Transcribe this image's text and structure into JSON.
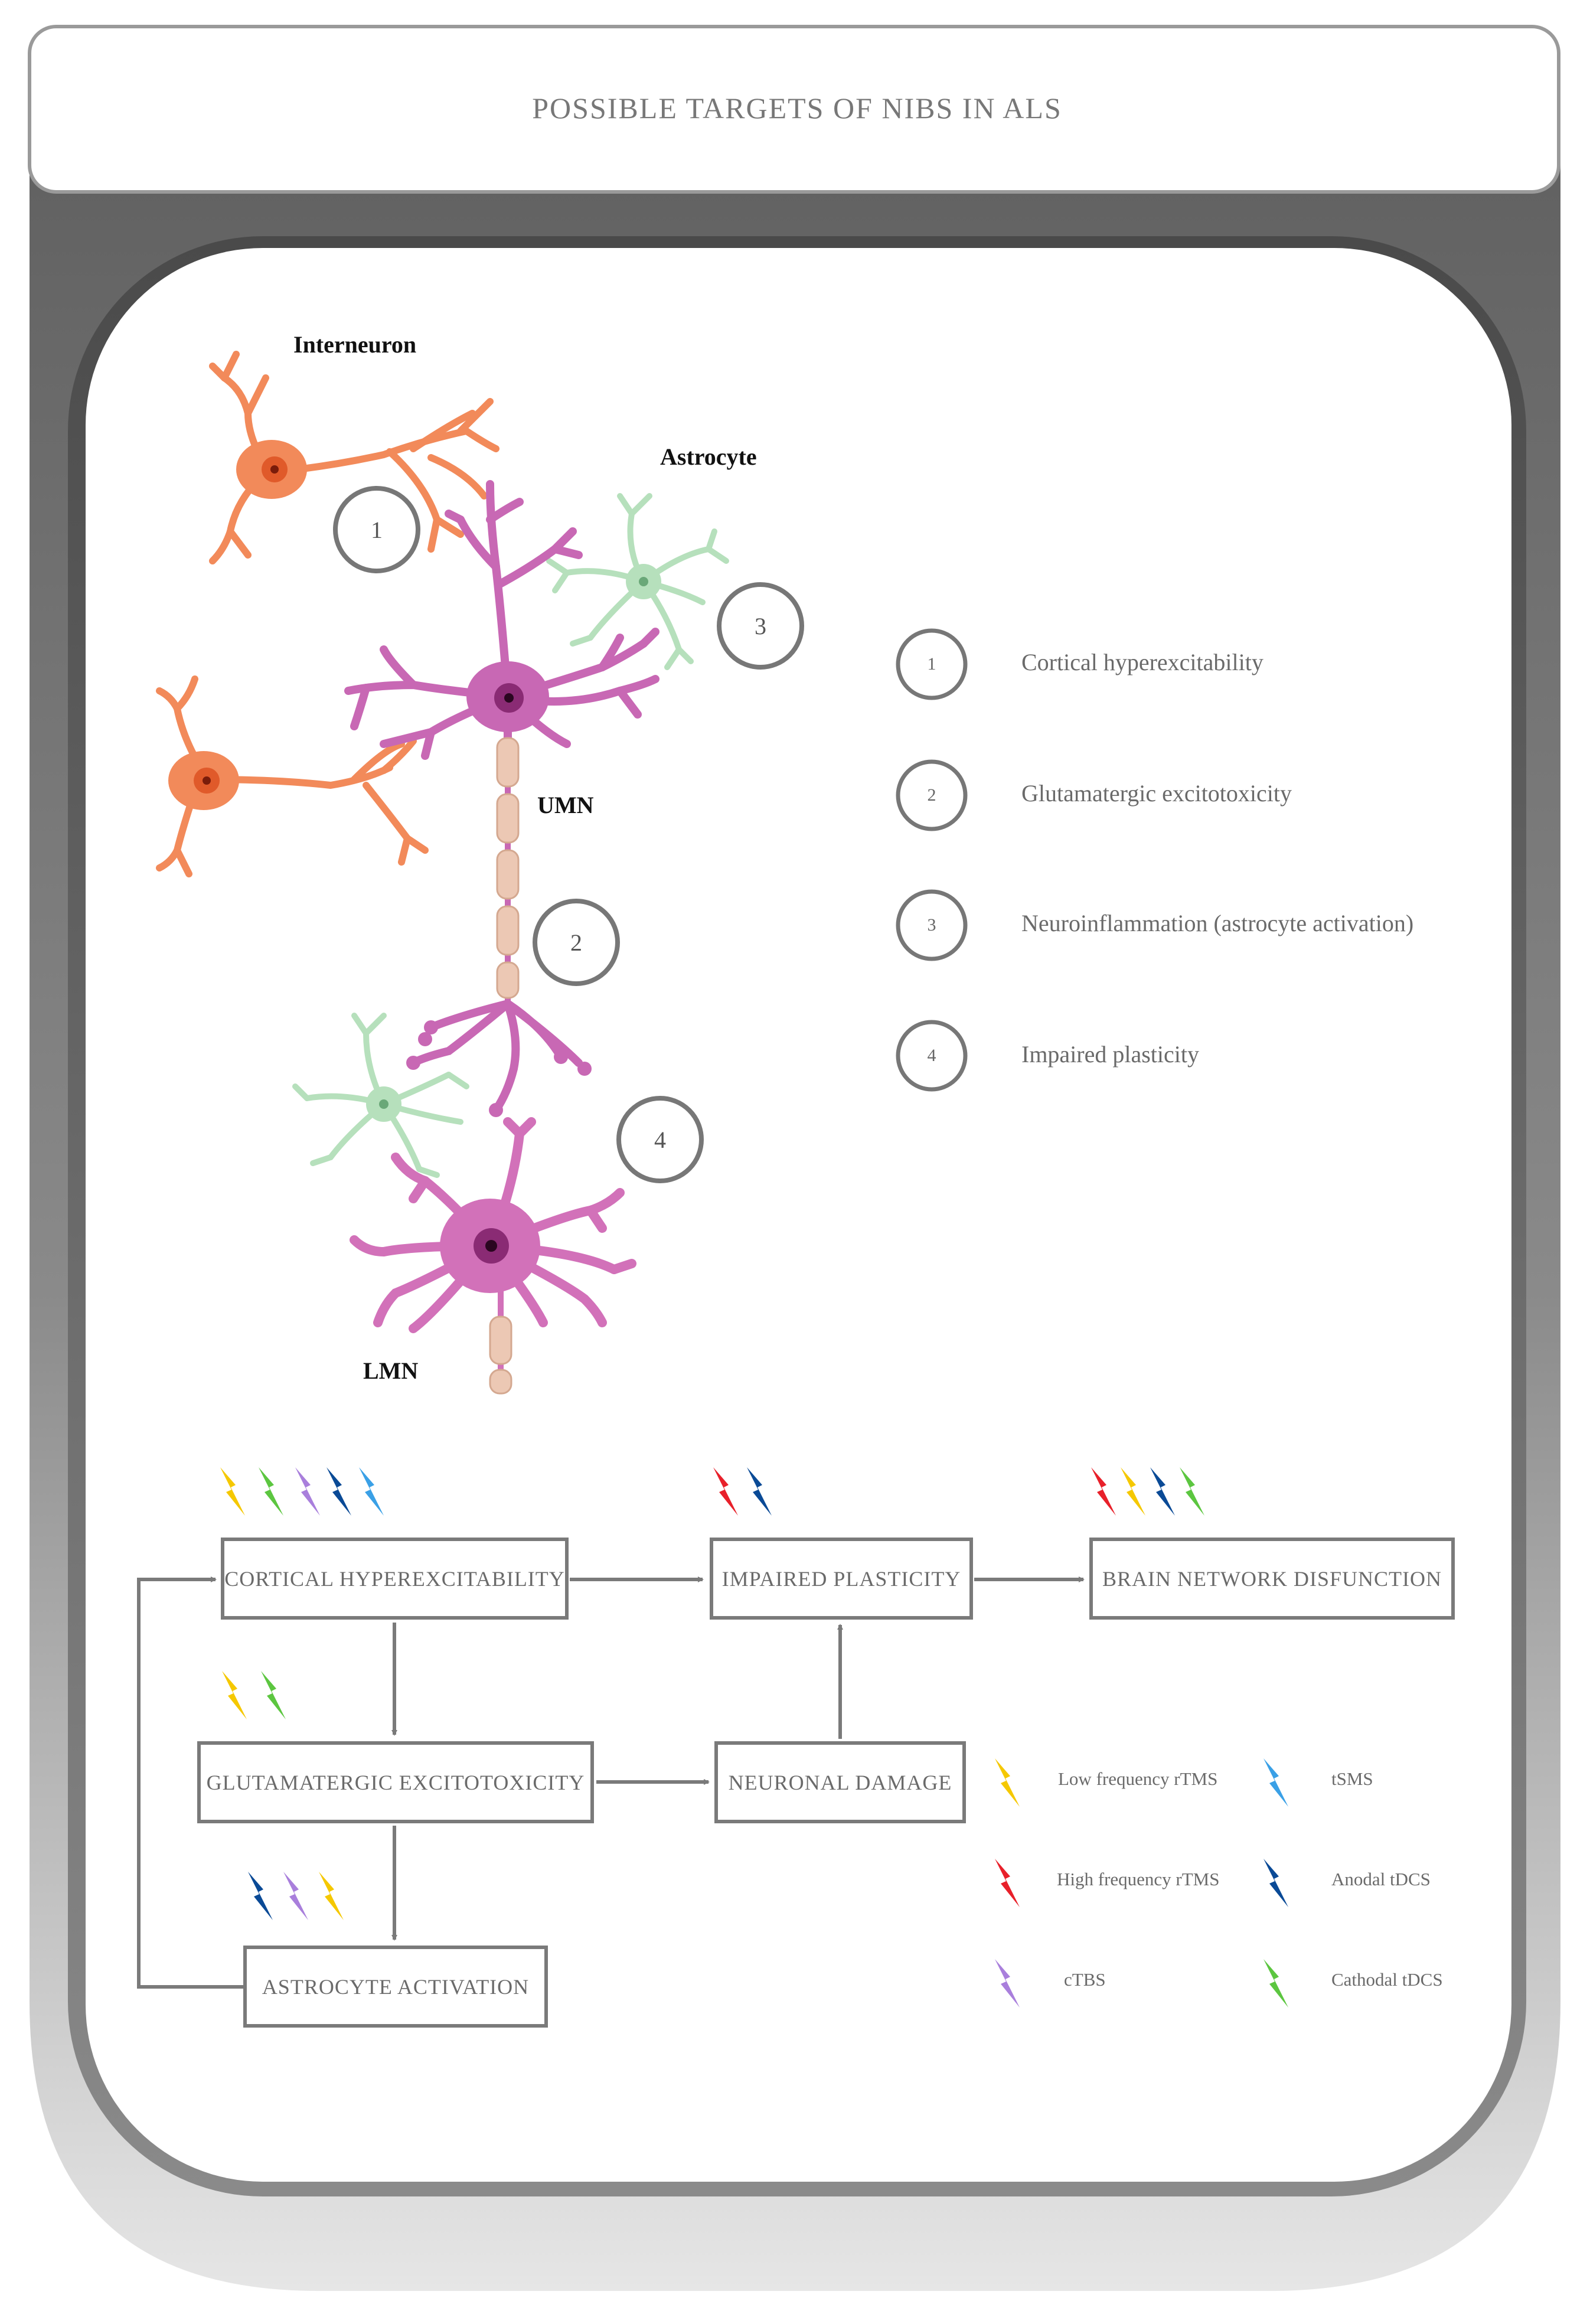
{
  "title": "POSSIBLE TARGETS OF NIBS IN ALS",
  "cells": {
    "interneuron": "Interneuron",
    "astrocyte": "Astrocyte",
    "umn": "UMN",
    "lmn": "LMN"
  },
  "markers": [
    "1",
    "2",
    "3",
    "4"
  ],
  "targets": [
    {
      "num": "1",
      "label": "Cortical hyperexcitability"
    },
    {
      "num": "2",
      "label": "Glutamatergic excitotoxicity"
    },
    {
      "num": "3",
      "label": "Neuroinflammation (astrocyte activation)"
    },
    {
      "num": "4",
      "label": "Impaired plasticity"
    }
  ],
  "flow": {
    "cortical": "CORTICAL HYPEREXCITABILITY",
    "plasticity": "IMPAIRED PLASTICITY",
    "network": "BRAIN NETWORK DISFUNCTION",
    "glutamatergic": "GLUTAMATERGIC EXCITOTOXICITY",
    "damage": "NEURONAL DAMAGE",
    "astrocyte": "ASTROCYTE ACTIVATION"
  },
  "legend": [
    {
      "label": "Low frequency rTMS",
      "color": "#f5c800"
    },
    {
      "label": "tSMS",
      "color": "#3aa0e6"
    },
    {
      "label": "High frequency rTMS",
      "color": "#e8202a"
    },
    {
      "label": "Anodal tDCS",
      "color": "#0a4a96"
    },
    {
      "label": "cTBS",
      "color": "#a97fdc"
    },
    {
      "label": "Cathodal tDCS",
      "color": "#5cc640"
    }
  ],
  "colors": {
    "interneuron": "#f28a5a",
    "upper_motor_neuron": "#c868b4",
    "astrocyte": "#b6e0bc",
    "myelin": "#ecc8b4",
    "frame": "#6f6f6f",
    "box_border": "#7a7a7a"
  }
}
